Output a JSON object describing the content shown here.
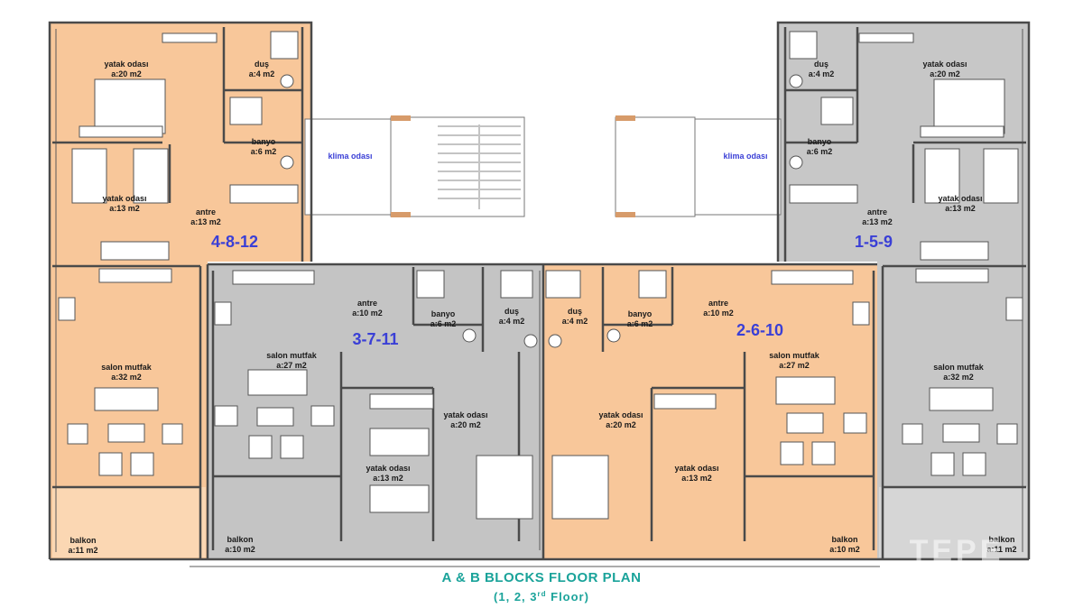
{
  "colors": {
    "orange": "#f8c79a",
    "gray": "#c7c7c7",
    "title": "#1aa39a",
    "unit_label": "#3a3fd6"
  },
  "title": "A & B BLOCKS FLOOR PLAN",
  "subtitle_pre": "(1, 2, 3",
  "subtitle_sup": "rd",
  "subtitle_post": " Floor)",
  "watermark": "TEPE",
  "klima_label": "klima odası",
  "units": {
    "u4812": {
      "number": "4-8-12",
      "rooms": {
        "bed1": [
          "yatak odası",
          "a:20 m2"
        ],
        "dus": [
          "duş",
          "a:4 m2"
        ],
        "banyo": [
          "banyo",
          "a:6 m2"
        ],
        "bed2": [
          "yatak odası",
          "a:13 m2"
        ],
        "antre": [
          "antre",
          "a:13 m2"
        ],
        "salon": [
          "salon mutfak",
          "a:32 m2"
        ],
        "balkon": [
          "balkon",
          "a:11 m2"
        ]
      }
    },
    "u159": {
      "number": "1-5-9",
      "rooms": {
        "bed1": [
          "yatak odası",
          "a:20 m2"
        ],
        "dus": [
          "duş",
          "a:4 m2"
        ],
        "banyo": [
          "banyo",
          "a:6 m2"
        ],
        "bed2": [
          "yatak odası",
          "a:13 m2"
        ],
        "antre": [
          "antre",
          "a:13 m2"
        ],
        "salon": [
          "salon mutfak",
          "a:32 m2"
        ],
        "balkon": [
          "balkon",
          "a:11 m2"
        ]
      }
    },
    "u3711": {
      "number": "3-7-11",
      "rooms": {
        "antre": [
          "antre",
          "a:10 m2"
        ],
        "banyo": [
          "banyo",
          "a:6 m2"
        ],
        "dus": [
          "duş",
          "a:4 m2"
        ],
        "salon": [
          "salon mutfak",
          "a:27 m2"
        ],
        "bed1": [
          "yatak odası",
          "a:20 m2"
        ],
        "bed2": [
          "yatak odası",
          "a:13 m2"
        ],
        "balkon": [
          "balkon",
          "a:10 m2"
        ]
      }
    },
    "u2610": {
      "number": "2-6-10",
      "rooms": {
        "dus": [
          "duş",
          "a:4 m2"
        ],
        "banyo": [
          "banyo",
          "a:6 m2"
        ],
        "antre": [
          "antre",
          "a:10 m2"
        ],
        "salon": [
          "salon mutfak",
          "a:27 m2"
        ],
        "bed1": [
          "yatak odası",
          "a:20 m2"
        ],
        "bed2": [
          "yatak odası",
          "a:13 m2"
        ],
        "balkon": [
          "balkon",
          "a:10 m2"
        ]
      }
    }
  }
}
